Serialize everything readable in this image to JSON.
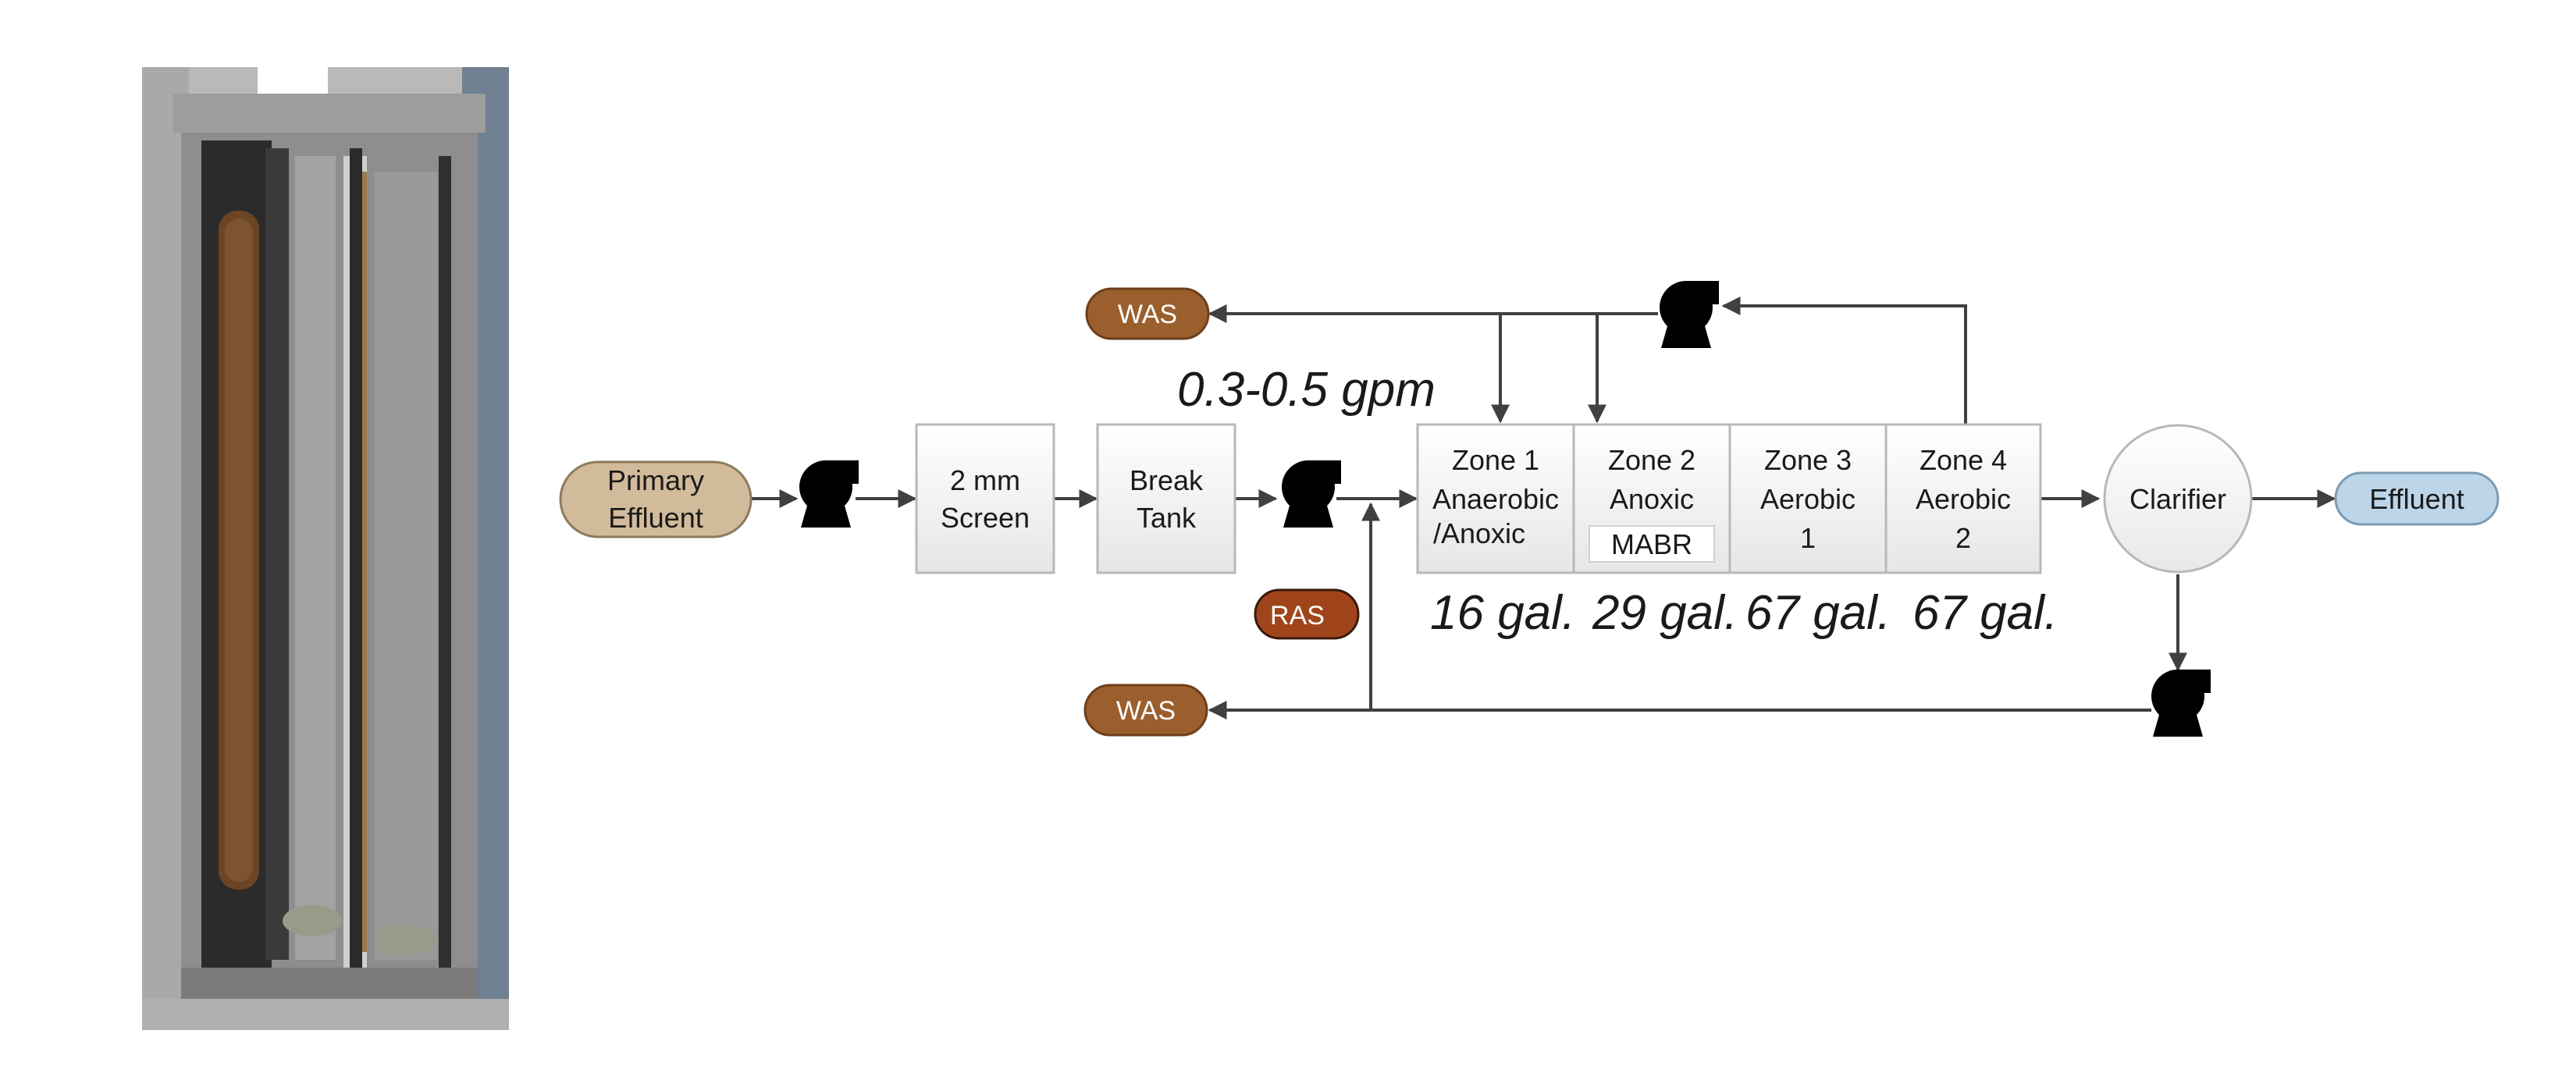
{
  "diagram": {
    "nodes": {
      "primary_effluent": {
        "lines": [
          "Primary",
          "Effluent"
        ],
        "color": "#d2bb9a"
      },
      "screen": {
        "lines": [
          "2 mm",
          "Screen"
        ]
      },
      "break_tank": {
        "lines": [
          "Break",
          "Tank"
        ]
      },
      "zone1": {
        "lines": [
          "Zone 1",
          "Anaerobic",
          "/Anoxic"
        ]
      },
      "zone2": {
        "lines": [
          "Zone 2",
          "Anoxic"
        ],
        "insert": "MABR"
      },
      "zone3": {
        "lines": [
          "Zone 3",
          "Aerobic",
          "1"
        ]
      },
      "zone4": {
        "lines": [
          "Zone 4",
          "Aerobic",
          "2"
        ]
      },
      "clarifier": {
        "label": "Clarifier"
      },
      "effluent": {
        "label": "Effluent",
        "color": "#bcd5e8"
      },
      "was_top": {
        "label": "WAS",
        "color": "#9b5f2e"
      },
      "was_bottom": {
        "label": "WAS",
        "color": "#9b5f2e"
      },
      "ras": {
        "label": "RAS",
        "color": "#a0451b"
      }
    },
    "flow_label": "0.3-0.5 gpm",
    "volumes": [
      "16 gal.",
      "29 gal.",
      "67 gal.",
      "67 gal."
    ],
    "pump_icon": "centrifugal-pump-icon"
  }
}
